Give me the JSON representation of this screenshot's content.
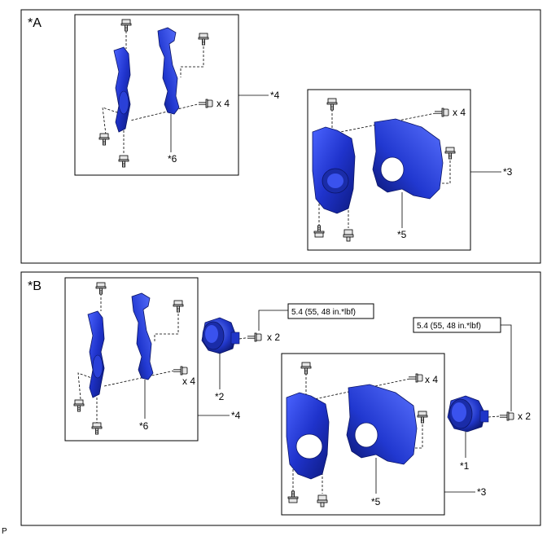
{
  "panels": {
    "a": {
      "tag": "*A",
      "callouts": {
        "bolt_count_left": "x 4",
        "bolt_count_right": "x 4",
        "ref_4": "*4",
        "ref_6": "*6",
        "ref_5": "*5",
        "ref_3": "*3"
      }
    },
    "b": {
      "tag": "*B",
      "callouts": {
        "bolt_count_left": "x 4",
        "bolt_count_center": "x 4",
        "bolt_count_lamp2": "x 2",
        "bolt_count_lamp1": "x 2",
        "ref_4": "*4",
        "ref_6": "*6",
        "ref_2": "*2",
        "ref_5": "*5",
        "ref_3": "*3",
        "ref_1": "*1"
      },
      "torque_left": "5.4 (55, 48 in.*lbf)",
      "torque_right": "5.4 (55, 48 in.*lbf)"
    }
  },
  "footer_mark": "P",
  "colors": {
    "part_blue": "#1f33cc",
    "part_blue_dark": "#0d1a80",
    "part_blue_light": "#4a63ff"
  }
}
